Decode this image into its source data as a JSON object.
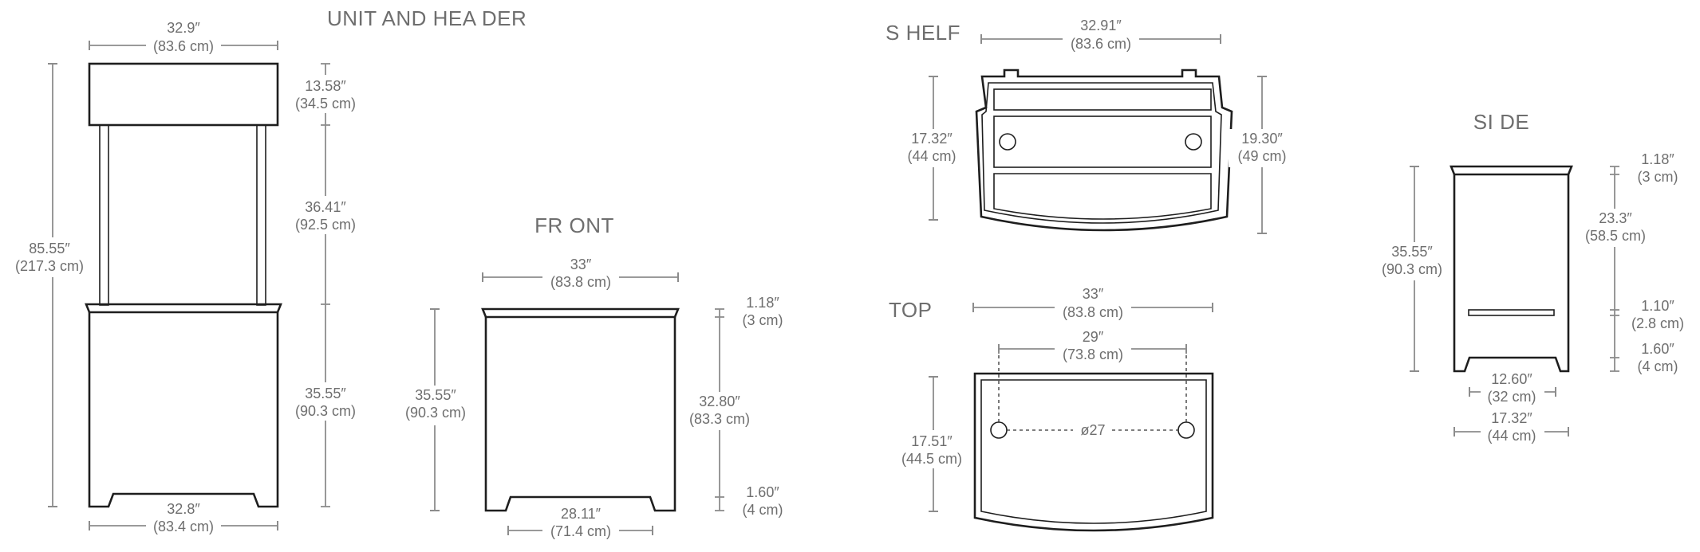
{
  "titles": {
    "unit_and_header": "UNIT  AND HEA DER",
    "front": "FR ONT",
    "shelf": "S HELF",
    "top": "TOP",
    "side": "SI DE"
  },
  "unit_and_header": {
    "width_top": [
      "32.9″",
      "(83.6 cm)"
    ],
    "header_height": [
      "13.58″",
      "(34.5 cm)"
    ],
    "post_height": [
      "36.41″",
      "(92.5 cm)"
    ],
    "cabinet_height": [
      "35.55″",
      "(90.3 cm)"
    ],
    "total_height": [
      "85.55″",
      "(217.3 cm)"
    ],
    "width_bottom": [
      "32.8″",
      "(83.4 cm)"
    ]
  },
  "front": {
    "width_top": [
      "33″",
      "(83.8 cm)"
    ],
    "height": [
      "35.55″",
      "(90.3 cm)"
    ],
    "top_thickness": [
      "1.18″",
      "(3 cm)"
    ],
    "body_height": [
      "32.80″",
      "(83.3 cm)"
    ],
    "foot_height": [
      "1.60″",
      "(4 cm)"
    ],
    "base_opening": [
      "28.11″",
      "(71.4 cm)"
    ]
  },
  "shelf": {
    "width": [
      "32.91″",
      "(83.6 cm)"
    ],
    "depth_left": [
      "17.32″",
      "(44 cm)"
    ],
    "depth_right": [
      "19.30″",
      "(49 cm)"
    ]
  },
  "top": {
    "width": [
      "33″",
      "(83.8 cm)"
    ],
    "hole_spacing": [
      "29″",
      "(73.8 cm)"
    ],
    "hole_diameter": "ø27",
    "depth": [
      "17.51″",
      "(44.5 cm)"
    ]
  },
  "side": {
    "height": [
      "35.55″",
      "(90.3 cm)"
    ],
    "top_thickness": [
      "1.18″",
      "(3 cm)"
    ],
    "upper": [
      "23.3″",
      "(58.5 cm)"
    ],
    "shelf_thickness": [
      "1.10″",
      "(2.8 cm)"
    ],
    "foot_height": [
      "1.60″",
      "(4 cm)"
    ],
    "base_opening": [
      "12.60″",
      "(32 cm)"
    ],
    "depth": [
      "17.32″",
      "(44 cm)"
    ]
  }
}
